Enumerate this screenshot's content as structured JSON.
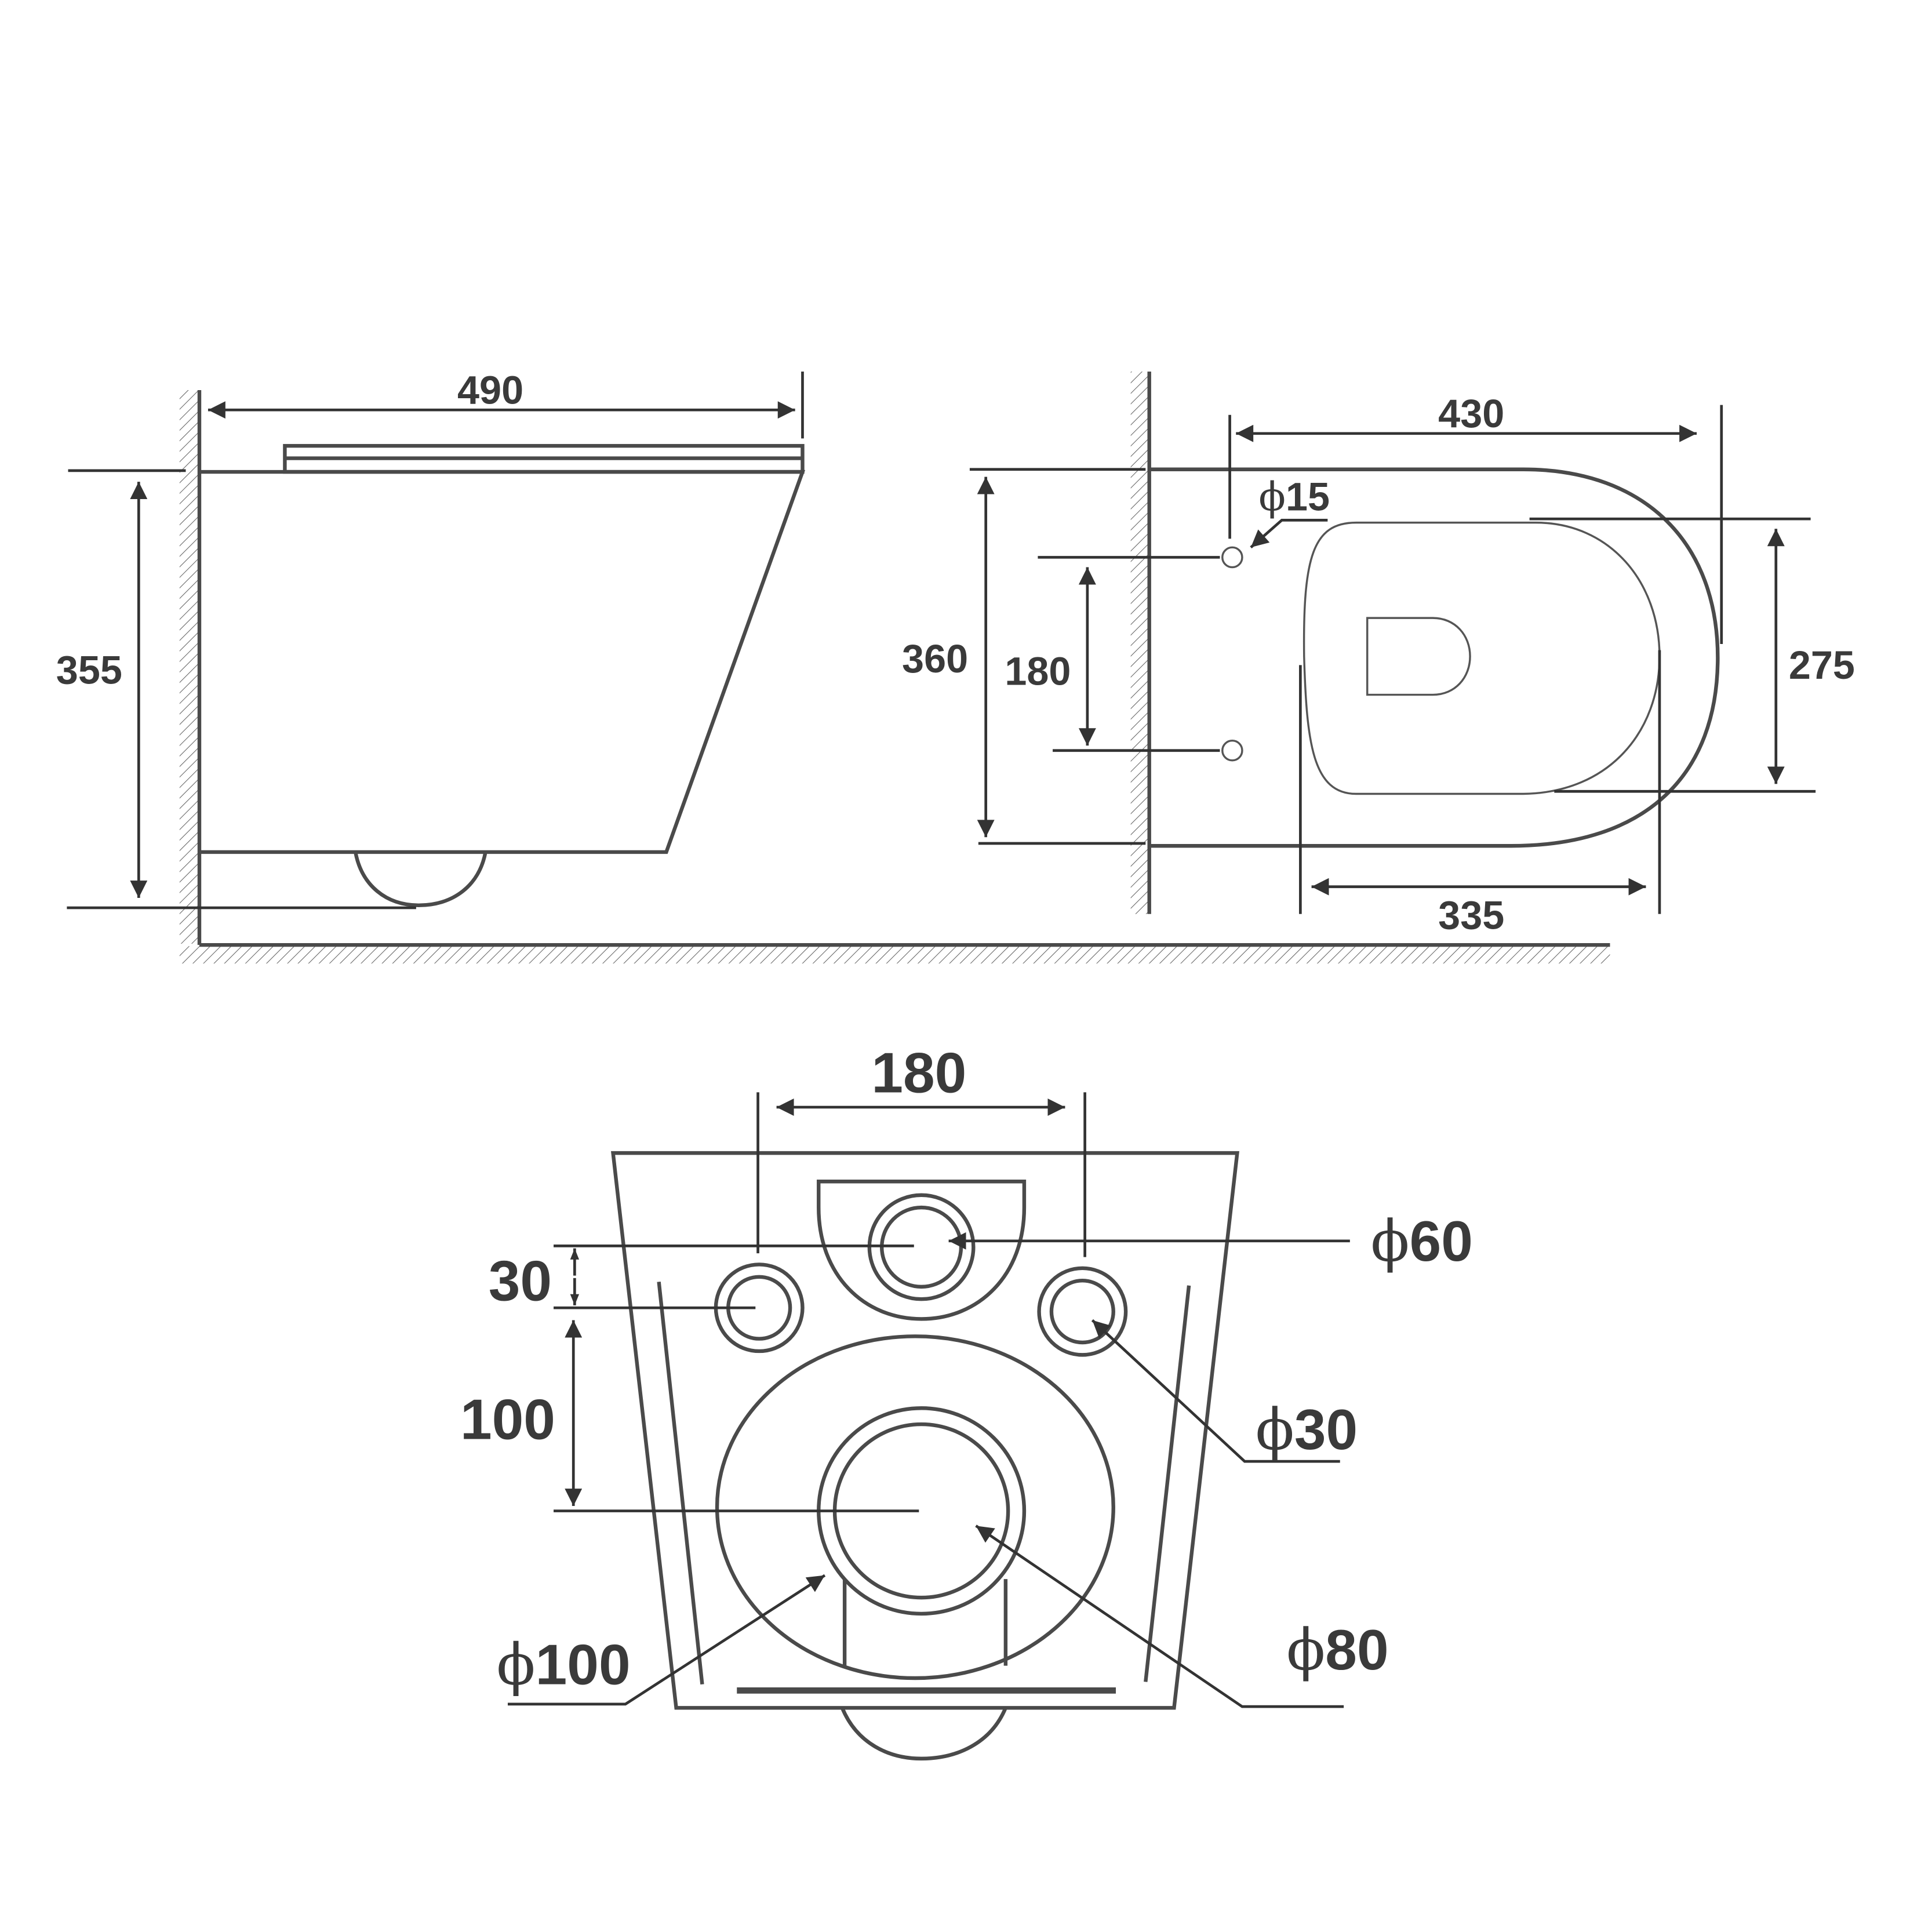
{
  "side_view": {
    "width_label": "490",
    "height_label": "355"
  },
  "top_view": {
    "length_label": "430",
    "bolt_hole_label": "15",
    "height_label": "360",
    "bolt_spacing_label": "180",
    "seat_width_label": "275",
    "seat_length_label": "335"
  },
  "rear_view": {
    "bolt_spacing_label": "180",
    "inlet_label": "60",
    "offset_label": "30",
    "bolt_hole_label": "30",
    "vertical_label": "100",
    "outlet_inner_label": "80",
    "outlet_outer_label": "100"
  },
  "symbols": {
    "diameter": "ϕ"
  },
  "colors": {
    "line": "#4a4a4a",
    "text": "#3a3a3a"
  }
}
